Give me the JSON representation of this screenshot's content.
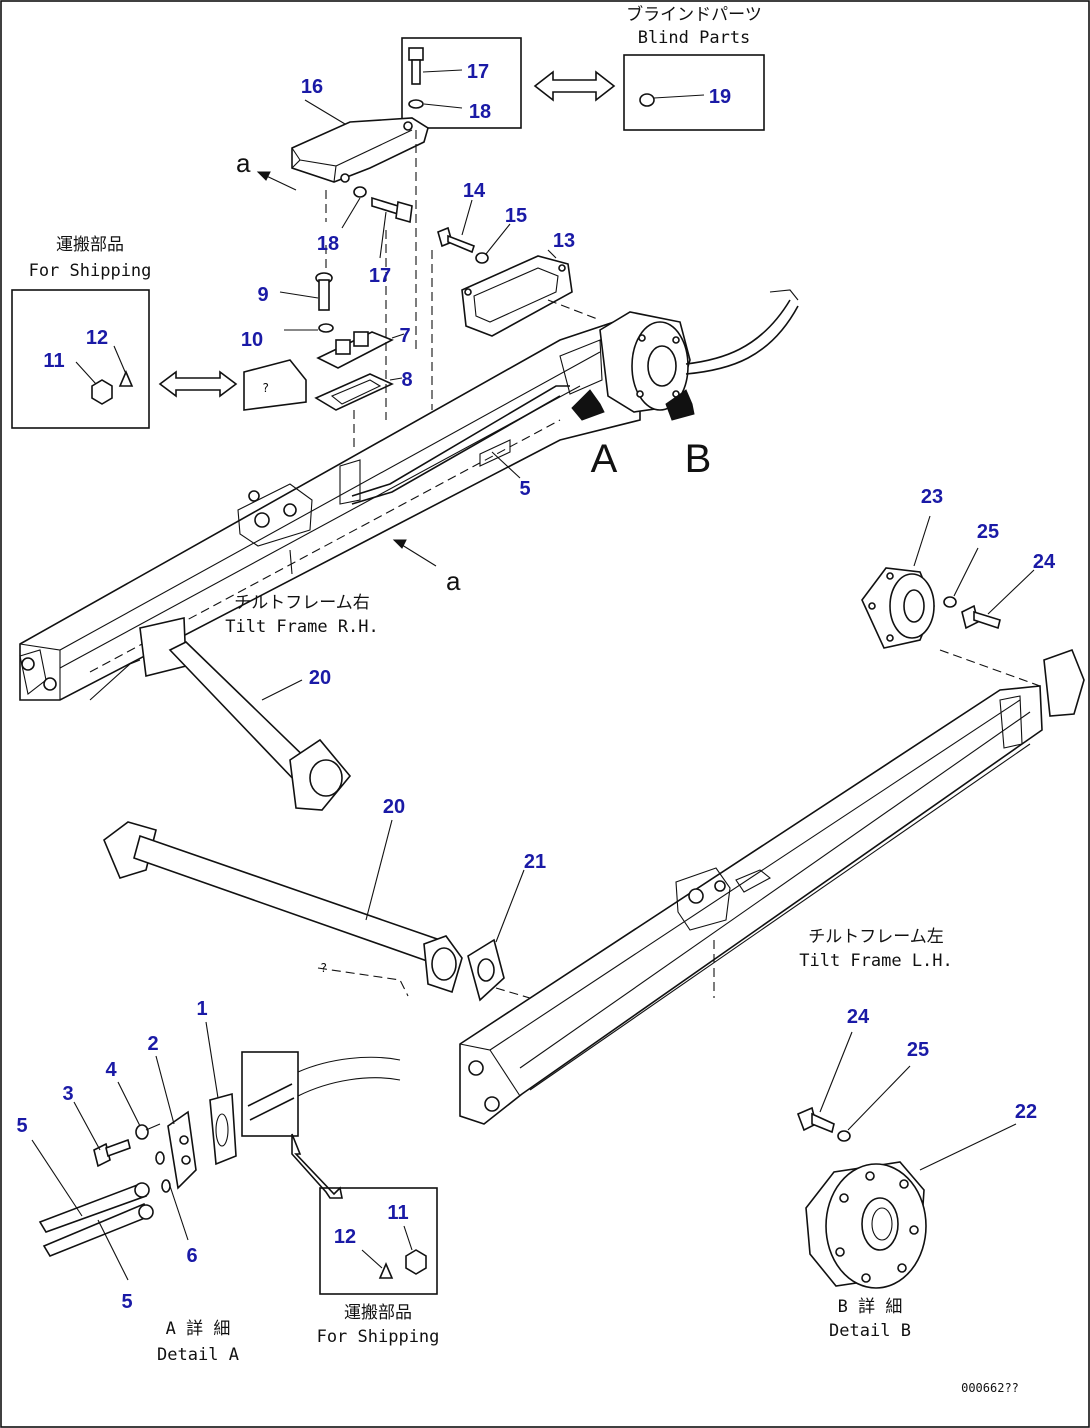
{
  "labels": {
    "blind_parts_jp": "ブラインドパーツ",
    "blind_parts_en": "Blind Parts",
    "shipping_jp_1": "運搬部品",
    "shipping_en_1": "For Shipping",
    "shipping_jp_2": "運搬部品",
    "shipping_en_2": "For Shipping",
    "tilt_rh_jp": "チルトフレーム右",
    "tilt_rh_en": "Tilt Frame R.H.",
    "tilt_lh_jp": "チルトフレーム左",
    "tilt_lh_en": "Tilt Frame L.H.",
    "detail_a_jp": "A 詳 細",
    "detail_a_en": "Detail A",
    "detail_b_jp": "B 詳 細",
    "detail_b_en": "Detail B",
    "view_a": "A",
    "view_b": "B",
    "arrow_a_top": "a",
    "arrow_a_bottom": "a",
    "drawing_no": "000662??"
  },
  "callouts": [
    "17",
    "18",
    "19",
    "16",
    "18",
    "17",
    "14",
    "15",
    "13",
    "12",
    "11",
    "9",
    "10",
    "7",
    "8",
    "5",
    "23",
    "25",
    "24",
    "20",
    "20",
    "21",
    "1",
    "2",
    "4",
    "3",
    "5",
    "6",
    "5",
    "12",
    "11",
    "24",
    "25",
    "22"
  ]
}
